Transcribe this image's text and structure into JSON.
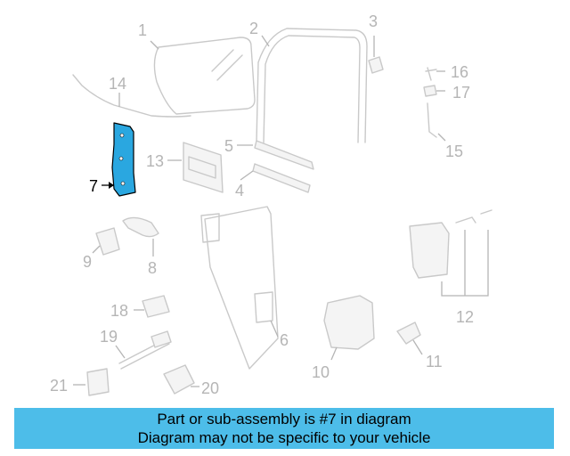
{
  "diagram": {
    "callouts": [
      "1",
      "2",
      "3",
      "4",
      "5",
      "6",
      "7",
      "8",
      "9",
      "10",
      "11",
      "12",
      "13",
      "14",
      "15",
      "16",
      "17",
      "18",
      "19",
      "20",
      "21"
    ],
    "highlighted_callout": "7",
    "highlight_color": "#2aa7e0"
  },
  "banner": {
    "line1": "Part or sub-assembly is #7 in diagram",
    "line2": "Diagram may not be specific to your vehicle",
    "background": "#4dbde9"
  }
}
